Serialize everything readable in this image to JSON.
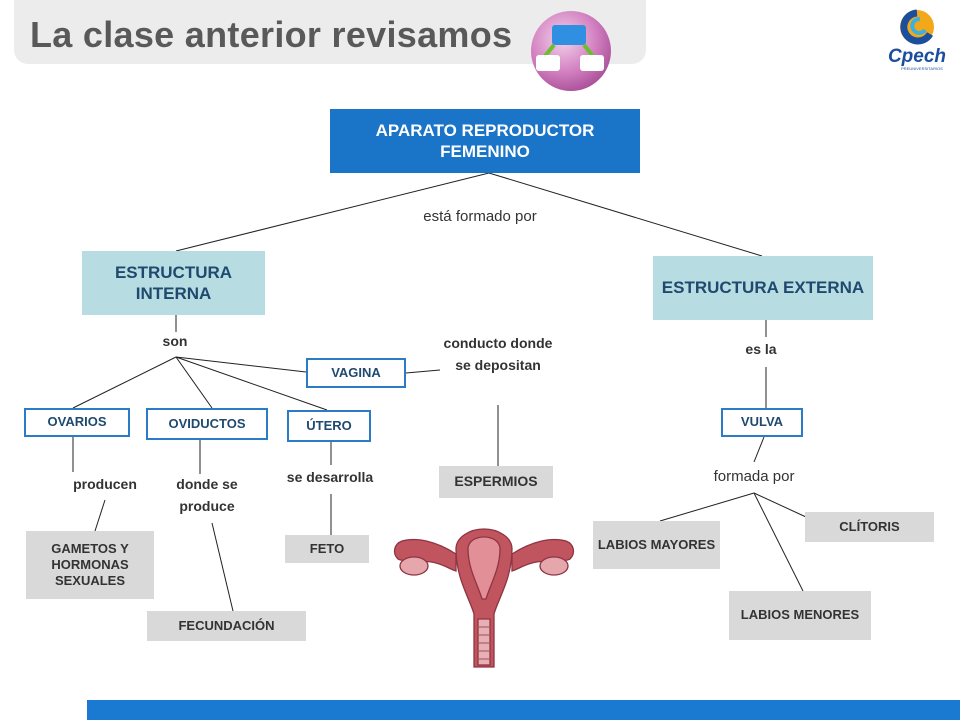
{
  "header": {
    "title": "La clase anterior revisamos"
  },
  "logo": {
    "text": "Cpech",
    "subtext": "PREUNIVERSITARIOS"
  },
  "diagram": {
    "root": "APARATO REPRODUCTOR FEMENINO",
    "root_link": "está formado por",
    "internal": "ESTRUCTURA INTERNA",
    "external": "ESTRUCTURA EXTERNA",
    "internal_link": "son",
    "external_link": "es la",
    "ovarios": "OVARIOS",
    "oviductos": "OVIDUCTOS",
    "utero": "ÚTERO",
    "vagina": "VAGINA",
    "vulva": "VULVA",
    "ovarios_link": "producen",
    "oviductos_link": "donde se produce",
    "utero_link": "se desarrolla",
    "vagina_link": "conducto donde se depositan",
    "vulva_link": "formada por",
    "gametos": "GAMETOS Y HORMONAS SEXUALES",
    "fecundacion": "FECUNDACIÓN",
    "feto": "FETO",
    "espermios": "ESPERMIOS",
    "labios_mayores": "LABIOS MAYORES",
    "labios_menores": "LABIOS MENORES",
    "clitoris": "CLÍTORIS"
  },
  "colors": {
    "primary_blue": "#1a74c8",
    "teal_box": "#b7dce2",
    "gray_box": "#d9d9d9",
    "title_bar": "#ececec",
    "footer": "#1a7ad1",
    "uterus": "#c0555f"
  }
}
